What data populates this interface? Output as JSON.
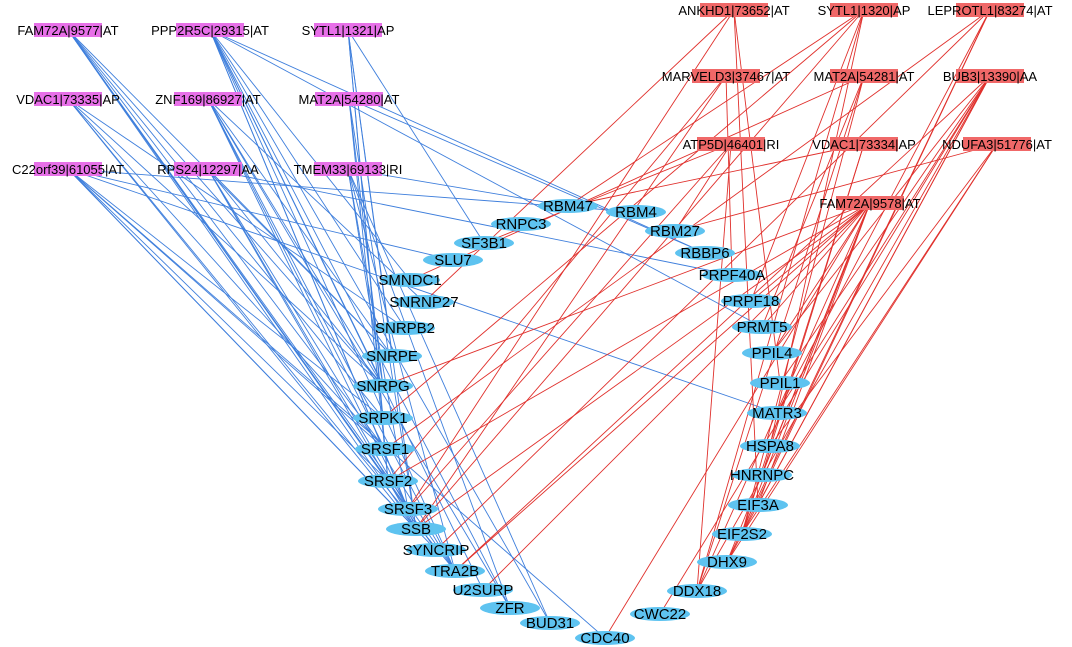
{
  "colors": {
    "blue_source_fill": "#e770e8",
    "red_source_fill": "#f06868",
    "protein_fill": "#5ec3f0",
    "blue_edge": "#3f7fdc",
    "red_edge": "#e0302c"
  },
  "blue_sources": [
    {
      "id": "b1",
      "label": "FAM72A|9577|AT"
    },
    {
      "id": "b2",
      "label": "PPP2R5C|29315|AT"
    },
    {
      "id": "b3",
      "label": "SYTL1|1321|AP"
    },
    {
      "id": "b4",
      "label": "VDAC1|73335|AP"
    },
    {
      "id": "b5",
      "label": "ZNF169|86927|AT"
    },
    {
      "id": "b6",
      "label": "MAT2A|54280|AT"
    },
    {
      "id": "b7",
      "label": "C22orf39|61055|AT"
    },
    {
      "id": "b8",
      "label": "RPS24|12297|AA"
    },
    {
      "id": "b9",
      "label": "TMEM33|69133|RI"
    }
  ],
  "red_sources": [
    {
      "id": "r1",
      "label": "ANKHD1|73652|AT"
    },
    {
      "id": "r2",
      "label": "SYTL1|1320|AP"
    },
    {
      "id": "r3",
      "label": "LEPROTL1|83274|AT"
    },
    {
      "id": "r4",
      "label": "MARVELD3|37467|AT"
    },
    {
      "id": "r5",
      "label": "MAT2A|54281|AT"
    },
    {
      "id": "r6",
      "label": "BUB3|13390|AA"
    },
    {
      "id": "r7",
      "label": "ATP5D|46401|RI"
    },
    {
      "id": "r8",
      "label": "VDAC1|73334|AP"
    },
    {
      "id": "r9",
      "label": "NDUFA3|51776|AT"
    },
    {
      "id": "r10",
      "label": "FAM72A|9578|AT"
    }
  ],
  "proteins": [
    {
      "id": "RBM47",
      "label": "RBM47"
    },
    {
      "id": "RBM4",
      "label": "RBM4"
    },
    {
      "id": "RNPC3",
      "label": "RNPC3"
    },
    {
      "id": "RBM27",
      "label": "RBM27"
    },
    {
      "id": "SF3B1",
      "label": "SF3B1"
    },
    {
      "id": "RBBP6",
      "label": "RBBP6"
    },
    {
      "id": "SLU7",
      "label": "SLU7"
    },
    {
      "id": "PRPF40A",
      "label": "PRPF40A"
    },
    {
      "id": "SMNDC1",
      "label": "SMNDC1"
    },
    {
      "id": "SNRNP27",
      "label": "SNRNP27"
    },
    {
      "id": "PRPF18",
      "label": "PRPF18"
    },
    {
      "id": "SNRPB2",
      "label": "SNRPB2"
    },
    {
      "id": "PRMT5",
      "label": "PRMT5"
    },
    {
      "id": "SNRPE",
      "label": "SNRPE"
    },
    {
      "id": "PPIL4",
      "label": "PPIL4"
    },
    {
      "id": "SNRPG",
      "label": "SNRPG"
    },
    {
      "id": "PPIL1",
      "label": "PPIL1"
    },
    {
      "id": "SRPK1",
      "label": "SRPK1"
    },
    {
      "id": "MATR3",
      "label": "MATR3"
    },
    {
      "id": "SRSF1",
      "label": "SRSF1"
    },
    {
      "id": "HSPA8",
      "label": "HSPA8"
    },
    {
      "id": "SRSF2",
      "label": "SRSF2"
    },
    {
      "id": "HNRNPC",
      "label": "HNRNPC"
    },
    {
      "id": "SRSF3",
      "label": "SRSF3"
    },
    {
      "id": "EIF3A",
      "label": "EIF3A"
    },
    {
      "id": "SSB",
      "label": "SSB"
    },
    {
      "id": "EIF2S2",
      "label": "EIF2S2"
    },
    {
      "id": "SYNCRIP",
      "label": "SYNCRIP"
    },
    {
      "id": "DHX9",
      "label": "DHX9"
    },
    {
      "id": "TRA2B",
      "label": "TRA2B"
    },
    {
      "id": "U2SURP",
      "label": "U2SURP"
    },
    {
      "id": "DDX18",
      "label": "DDX18"
    },
    {
      "id": "ZFR",
      "label": "ZFR"
    },
    {
      "id": "CWC22",
      "label": "CWC22"
    },
    {
      "id": "BUD31",
      "label": "BUD31"
    },
    {
      "id": "CDC40",
      "label": "CDC40"
    }
  ],
  "edges": [
    [
      "b1",
      "SRPK1"
    ],
    [
      "b1",
      "SRSF1"
    ],
    [
      "b1",
      "SRSF2"
    ],
    [
      "b1",
      "SRSF3"
    ],
    [
      "b1",
      "SSB"
    ],
    [
      "b1",
      "SYNCRIP"
    ],
    [
      "b1",
      "TRA2B"
    ],
    [
      "b1",
      "SNRPG"
    ],
    [
      "b1",
      "SNRPE"
    ],
    [
      "b2",
      "SRSF3"
    ],
    [
      "b2",
      "SSB"
    ],
    [
      "b2",
      "TRA2B"
    ],
    [
      "b2",
      "U2SURP"
    ],
    [
      "b2",
      "ZFR"
    ],
    [
      "b2",
      "SNRPB2"
    ],
    [
      "b2",
      "SMNDC1"
    ],
    [
      "b2",
      "BUD31"
    ],
    [
      "b2",
      "PRMT5"
    ],
    [
      "b2",
      "RBBP6"
    ],
    [
      "b2",
      "SNRPG"
    ],
    [
      "b3",
      "SNRPE"
    ],
    [
      "b3",
      "SRPK1"
    ],
    [
      "b3",
      "SRSF2"
    ],
    [
      "b3",
      "SSB"
    ],
    [
      "b3",
      "SF3B1"
    ],
    [
      "b4",
      "SNRPB2"
    ],
    [
      "b4",
      "SRSF1"
    ],
    [
      "b4",
      "SSB"
    ],
    [
      "b4",
      "SNRPG"
    ],
    [
      "b4",
      "TRA2B"
    ],
    [
      "b5",
      "SNRNP27"
    ],
    [
      "b5",
      "SNRPE"
    ],
    [
      "b5",
      "SRSF1"
    ],
    [
      "b5",
      "SRSF3"
    ],
    [
      "b5",
      "ZFR"
    ],
    [
      "b5",
      "TRA2B"
    ],
    [
      "b5",
      "SNRPG"
    ],
    [
      "b6",
      "SNRPG"
    ],
    [
      "b6",
      "SRSF2"
    ],
    [
      "b6",
      "RBBP6"
    ],
    [
      "b6",
      "SSB"
    ],
    [
      "b7",
      "SLU7"
    ],
    [
      "b7",
      "SRPK1"
    ],
    [
      "b7",
      "SRSF1"
    ],
    [
      "b7",
      "SRSF2"
    ],
    [
      "b7",
      "SSB"
    ],
    [
      "b7",
      "SYNCRIP"
    ],
    [
      "b7",
      "CDC40"
    ],
    [
      "b7",
      "MATR3"
    ],
    [
      "b7",
      "RBM4"
    ],
    [
      "b8",
      "SNRPE"
    ],
    [
      "b8",
      "SRSF3"
    ],
    [
      "b8",
      "SSB"
    ],
    [
      "b8",
      "PRPF40A"
    ],
    [
      "b8",
      "TRA2B"
    ],
    [
      "b8",
      "SNRPG"
    ],
    [
      "b9",
      "SNRPG"
    ],
    [
      "b9",
      "SRSF3"
    ],
    [
      "b9",
      "TRA2B"
    ],
    [
      "b9",
      "ZFR"
    ],
    [
      "b9",
      "BUD31"
    ],
    [
      "r1",
      "EIF3A"
    ],
    [
      "r1",
      "SNRNP27"
    ],
    [
      "r1",
      "SRSF3"
    ],
    [
      "r1",
      "PPIL1"
    ],
    [
      "r2",
      "RBM47"
    ],
    [
      "r2",
      "SRPK1"
    ],
    [
      "r2",
      "DDX18"
    ],
    [
      "r2",
      "PRPF18"
    ],
    [
      "r2",
      "HSPA8"
    ],
    [
      "r2",
      "SSB"
    ],
    [
      "r3",
      "DHX9"
    ],
    [
      "r3",
      "EIF2S2"
    ],
    [
      "r3",
      "SRSF1"
    ],
    [
      "r3",
      "MATR3"
    ],
    [
      "r3",
      "SYNCRIP"
    ],
    [
      "r4",
      "PRPF40A"
    ],
    [
      "r4",
      "SRSF2"
    ],
    [
      "r4",
      "SSB"
    ],
    [
      "r5",
      "SMNDC1"
    ],
    [
      "r5",
      "DDX18"
    ],
    [
      "r5",
      "PRMT5"
    ],
    [
      "r5",
      "EIF2S2"
    ],
    [
      "r6",
      "TRA2B"
    ],
    [
      "r6",
      "DDX18"
    ],
    [
      "r6",
      "PPIL4"
    ],
    [
      "r6",
      "PPIL1"
    ],
    [
      "r6",
      "MATR3"
    ],
    [
      "r6",
      "EIF3A"
    ],
    [
      "r6",
      "DHX9"
    ],
    [
      "r6",
      "CWC22"
    ],
    [
      "r7",
      "RBM27"
    ],
    [
      "r7",
      "SF3B1"
    ],
    [
      "r7",
      "DDX18"
    ],
    [
      "r7",
      "SRSF3"
    ],
    [
      "r8",
      "RBM47"
    ],
    [
      "r8",
      "EIF2S2"
    ],
    [
      "r8",
      "HNRNPC"
    ],
    [
      "r9",
      "RBM27"
    ],
    [
      "r9",
      "DHX9"
    ],
    [
      "r9",
      "HSPA8"
    ],
    [
      "r9",
      "EIF2S2"
    ],
    [
      "r10",
      "SNRPG"
    ],
    [
      "r10",
      "U2SURP"
    ],
    [
      "r10",
      "SSB"
    ],
    [
      "r10",
      "CDC40"
    ],
    [
      "r10",
      "DHX9"
    ],
    [
      "r10",
      "DDX18"
    ],
    [
      "r10",
      "HNRNPC"
    ],
    [
      "r10",
      "EIF3A"
    ],
    [
      "r10",
      "PPIL4"
    ],
    [
      "r10",
      "SRSF2"
    ],
    [
      "r10",
      "PRPF18"
    ],
    [
      "r10",
      "PRMT5"
    ],
    [
      "r10",
      "EIF2S2"
    ],
    [
      "r10",
      "TRA2B"
    ],
    [
      "b9",
      "RBM47"
    ]
  ]
}
